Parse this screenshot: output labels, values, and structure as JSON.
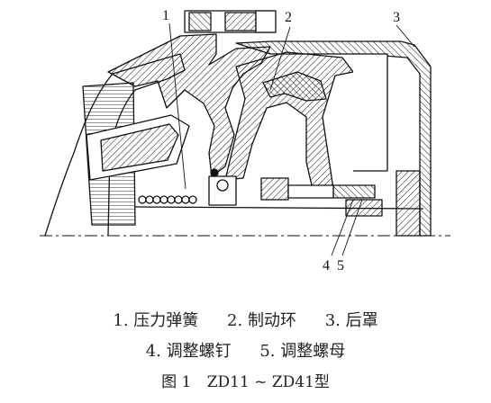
{
  "callouts": [
    "1",
    "2",
    "3",
    "4",
    "5"
  ],
  "legend": {
    "line1": [
      "1. 压力弹簧",
      "2. 制动环",
      "3. 后罩"
    ],
    "line2": [
      "4. 调整螺钉",
      "5. 调整螺母"
    ]
  },
  "figure_caption": {
    "label": "图 1",
    "text": "ZD11 ~ ZD41型"
  },
  "colors": {
    "ink": "#111111",
    "paper": "#ffffff"
  }
}
